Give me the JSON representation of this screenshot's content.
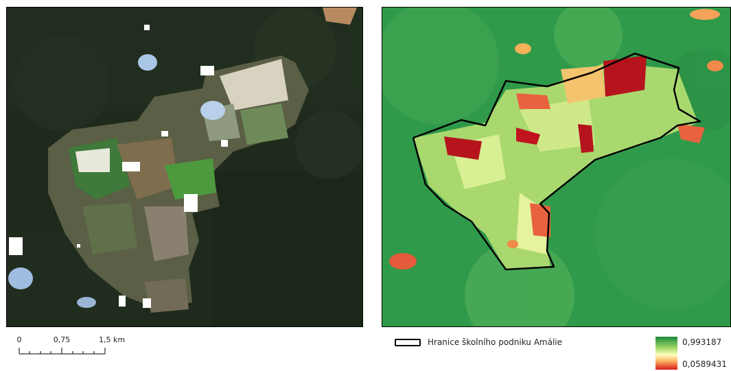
{
  "scale_bar": {
    "labels": [
      "0",
      "0,75",
      "1,5 km"
    ]
  },
  "legend": {
    "boundary_label": "Hranice školního podniku Amálie",
    "ramp_max": "0,993187",
    "ramp_min": "0,0589431",
    "colors": {
      "high": "#1a8a3c",
      "mid": "#ffffbf",
      "low": "#d7191c"
    }
  }
}
